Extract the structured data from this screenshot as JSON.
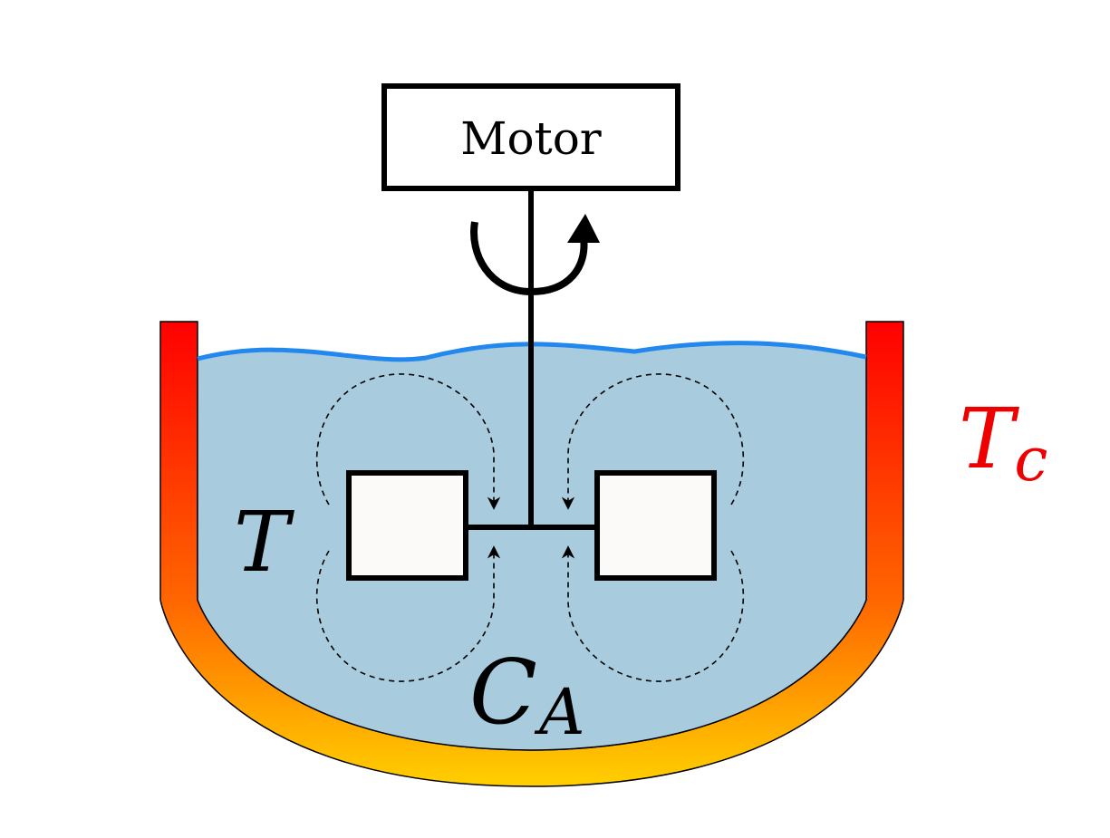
{
  "diagram": {
    "motor_label": "Motor",
    "reactor_temperature_label": "T",
    "concentration_label": "C",
    "concentration_subscript": "A",
    "jacket_temperature_label": "T",
    "jacket_temperature_subscript": "c"
  },
  "colors": {
    "liquid": "#a8ccdd",
    "liquid_surface": "#2288ee",
    "jacket_top": "#ff0000",
    "jacket_mid": "#ff6600",
    "jacket_bottom": "#ffd000",
    "jacket_label": "#ee0000",
    "impeller_blade": "#fcf9f9",
    "stroke": "#000000"
  }
}
